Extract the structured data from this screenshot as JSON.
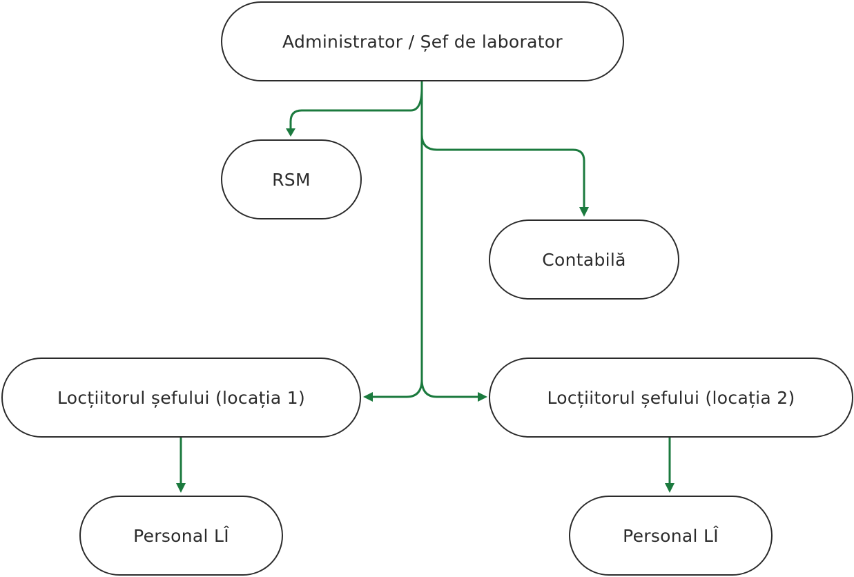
{
  "colors": {
    "edge": "#1b7a3e",
    "border": "#2b2b2b",
    "text": "#2b2b2b"
  },
  "nodes": {
    "admin": "Administrator / Șef de laborator",
    "rsm": "RSM",
    "contabila": "Contabilă",
    "loc1": "Locțiitorul șefului (locația 1)",
    "loc2": "Locțiitorul șefului (locația 2)",
    "personal1": "Personal LÎ",
    "personal2": "Personal LÎ"
  }
}
